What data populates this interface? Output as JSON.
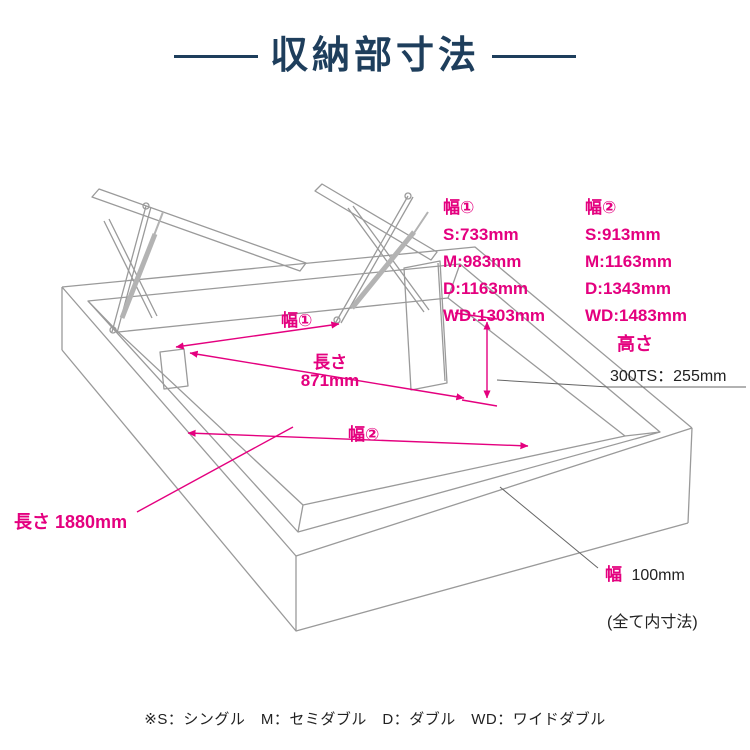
{
  "title": "収納部寸法",
  "annotations": {
    "width1": {
      "label": "幅①",
      "values": [
        "S:733mm",
        "M:983mm",
        "D:1163mm",
        "WD:1303mm"
      ]
    },
    "width2": {
      "label": "幅②",
      "values": [
        "S:913mm",
        "M:1163mm",
        "D:1343mm",
        "WD:1483mm"
      ]
    },
    "height": {
      "label": "高さ",
      "value": "300TS：255mm"
    },
    "inner_width1": {
      "label": "幅①"
    },
    "inner_length": {
      "label": "長さ",
      "value": "871mm"
    },
    "inner_width2": {
      "label": "幅②"
    },
    "total_length": {
      "label": "長さ",
      "value": "1880mm"
    },
    "rim_width": {
      "label": "幅",
      "value": "100mm"
    },
    "note": "(全て内寸法)"
  },
  "footnote": "※S：シングル　M：セミダブル　D：ダブル　WD：ワイドダブル",
  "colors": {
    "accent": "#e4007f",
    "title": "#1e3e5c",
    "drawing_line": "#9a9a9a",
    "text": "#222222"
  }
}
